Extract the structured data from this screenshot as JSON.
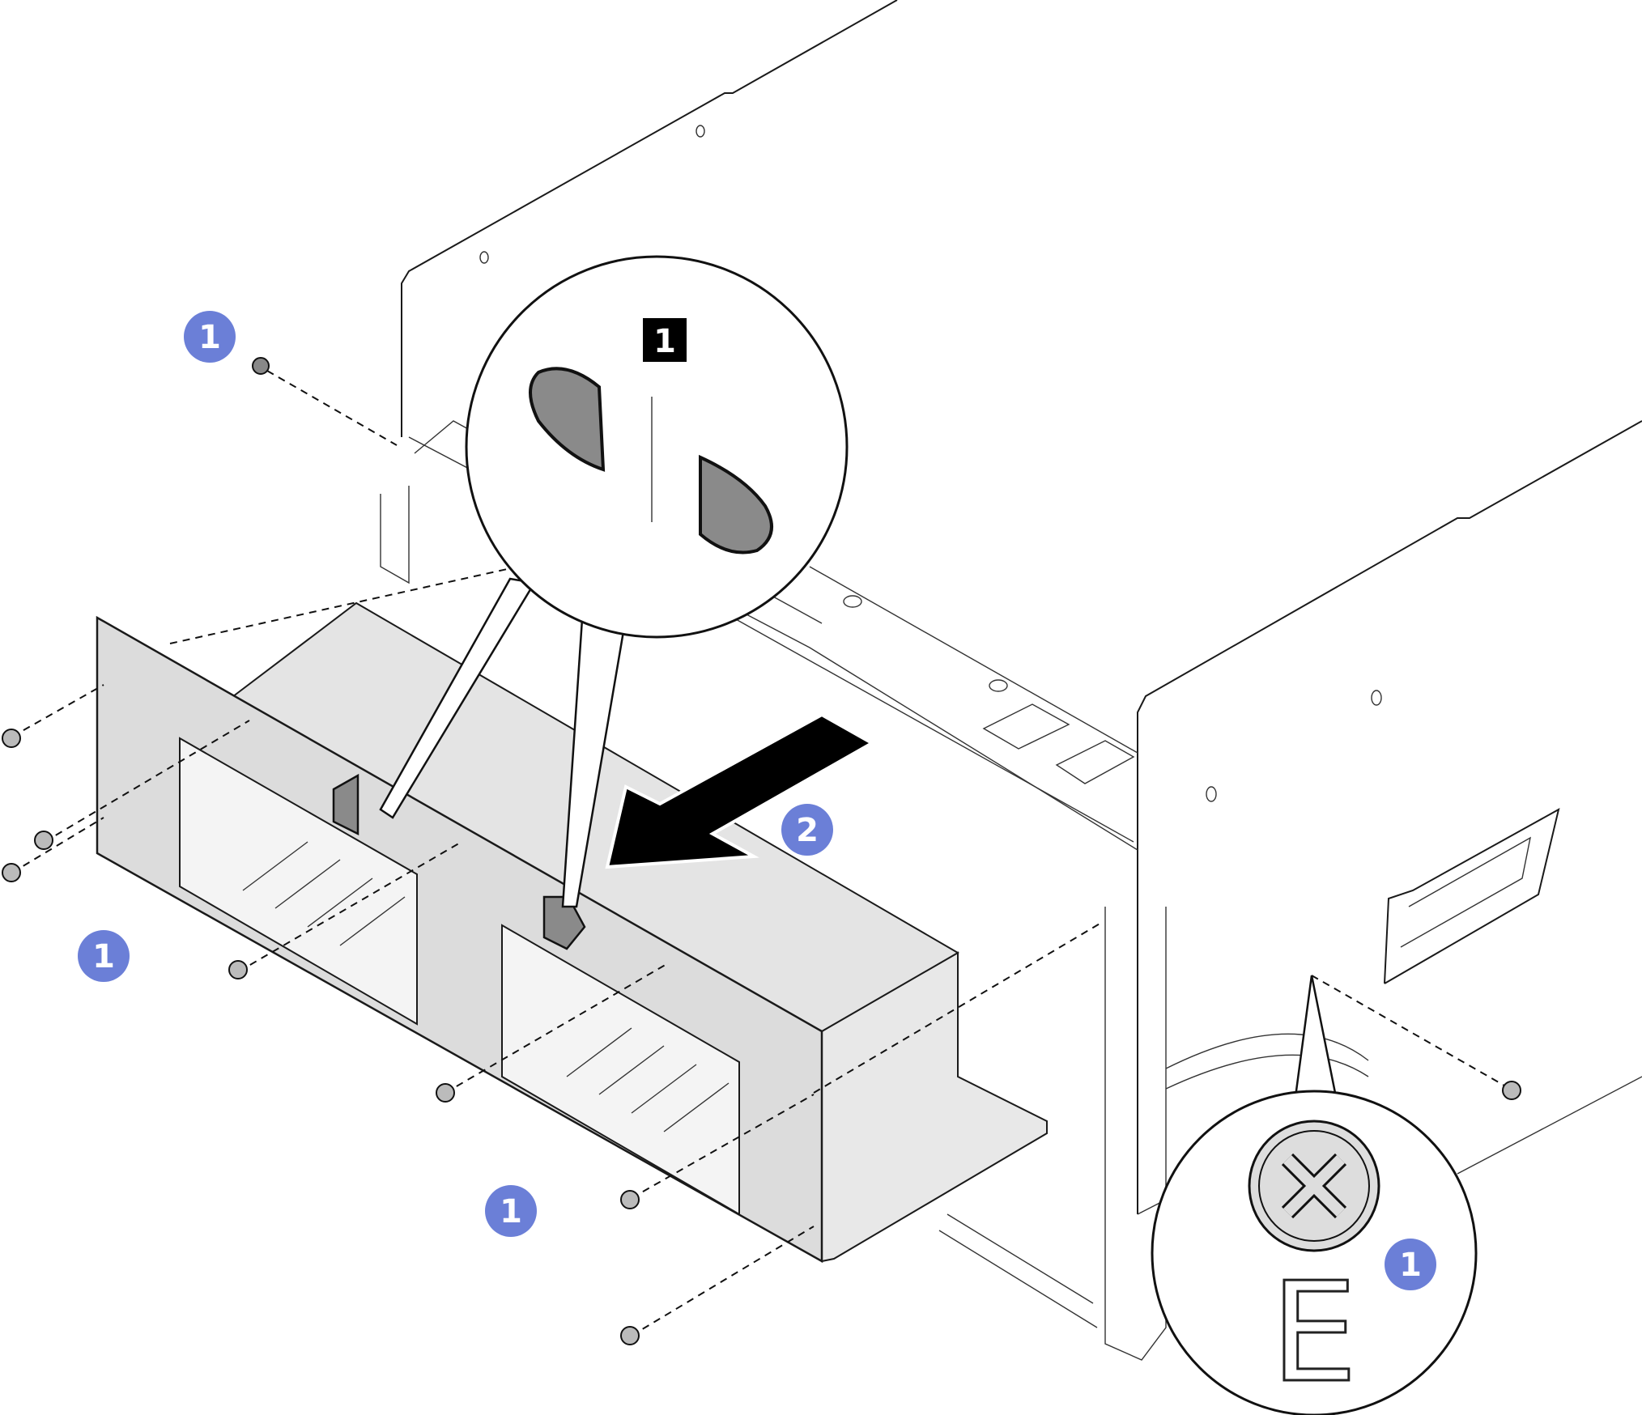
{
  "colors": {
    "callout": "#6b7fd7",
    "cage_fill": "#dcdcdc",
    "tab_fill": "#8a8a8a",
    "arrow": "#000000",
    "label_box": "#000000"
  },
  "callouts": [
    {
      "label": "1",
      "meaning": "screw-removal-step"
    },
    {
      "label": "1"
    },
    {
      "label": "1"
    },
    {
      "label": "1"
    },
    {
      "label": "2"
    }
  ],
  "detail_views": {
    "tabs_label": "1",
    "screw_mark": "E"
  },
  "icons": [
    "screw-icon",
    "arrow-icon",
    "magnifier-icon"
  ]
}
